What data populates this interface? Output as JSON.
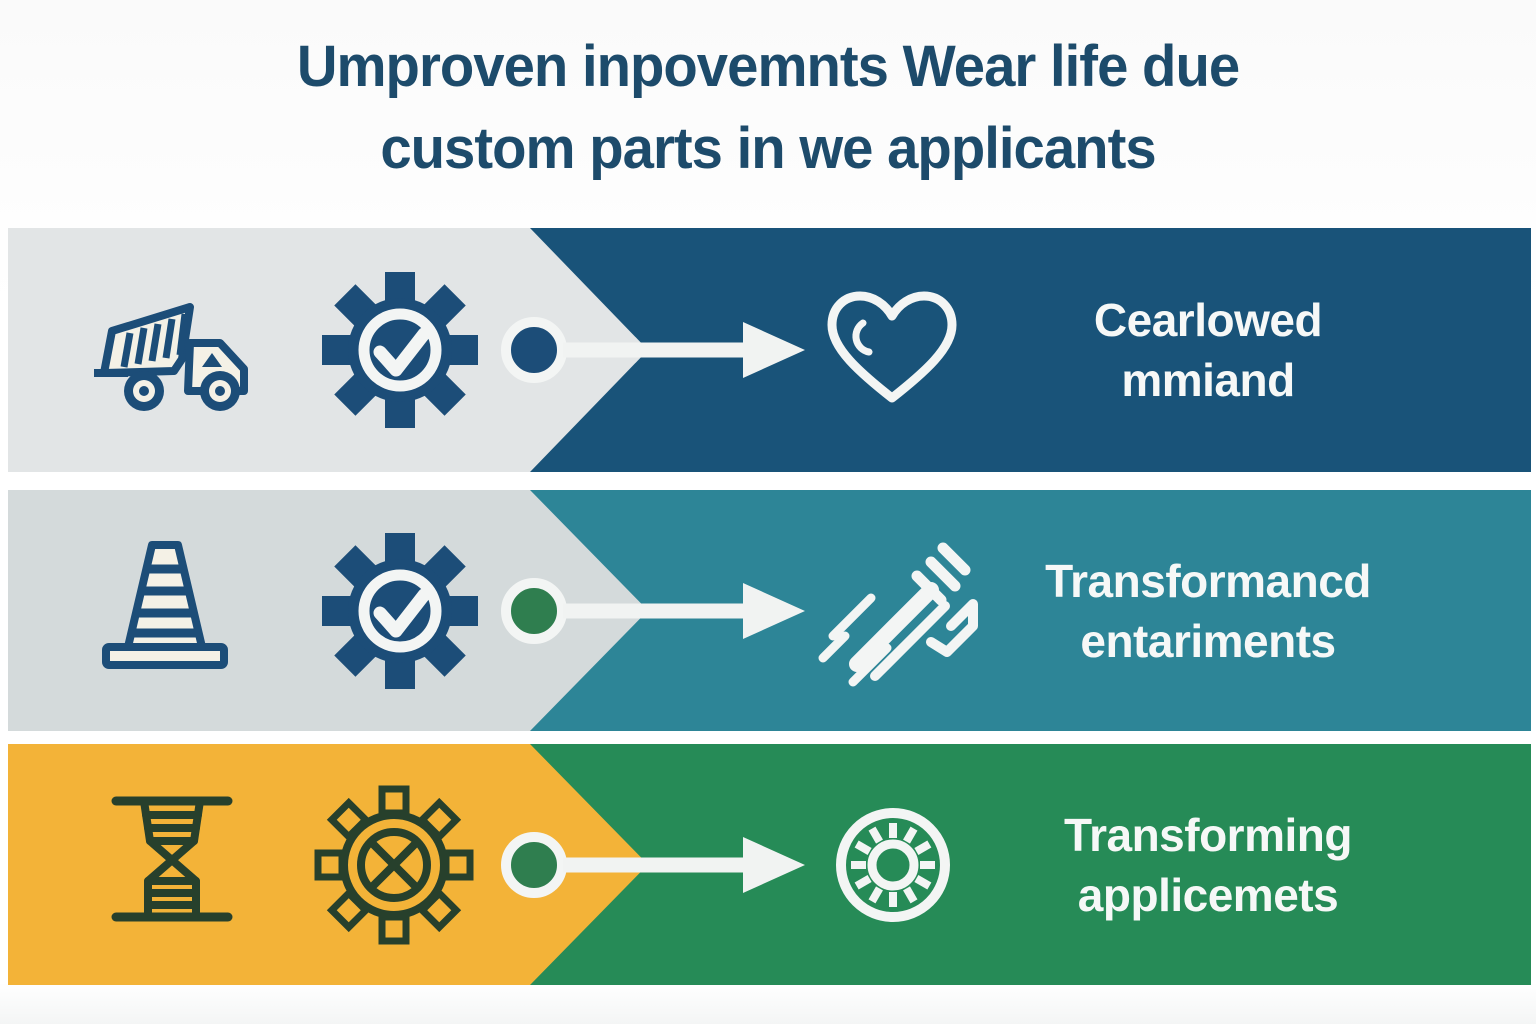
{
  "title": {
    "line1": "Umproven inpovemnts Wear life due",
    "line2": "custom parts in we applicants"
  },
  "colors": {
    "title_text": "#1d4b6b",
    "arrow_white": "#f1f3f2",
    "label_text": "#f6f8f7",
    "navy_icon": "#1c4d78",
    "dark_green_icon": "#27402c",
    "cream_fill": "#f4f1e6"
  },
  "rows": [
    {
      "left_icons": [
        "dump-truck-icon",
        "gear-check-icon"
      ],
      "node_icon": "process-node-dot",
      "result_icon": "heart-icon",
      "label_line1": "Cearlowed",
      "label_line2": "mmiand",
      "band_color": "#195379",
      "left_panel_color": "#e2e5e6",
      "node_color": "#1c4d78"
    },
    {
      "left_icons": [
        "traffic-cone-icon",
        "gear-check-icon"
      ],
      "node_icon": "process-node-dot",
      "result_icon": "tool-icon",
      "label_line1": "Transformancd",
      "label_line2": "entariments",
      "band_color": "#2d8597",
      "left_panel_color": "#d4dadb",
      "node_color": "#2f7e4f"
    },
    {
      "left_icons": [
        "hourglass-icon",
        "gear-x-icon"
      ],
      "node_icon": "process-node-dot",
      "result_icon": "dial-gear-icon",
      "label_line1": "Transforming",
      "label_line2": "applicemets",
      "band_color": "#268b57",
      "left_panel_color": "#f3b338",
      "node_color": "#2f7e4f"
    }
  ]
}
